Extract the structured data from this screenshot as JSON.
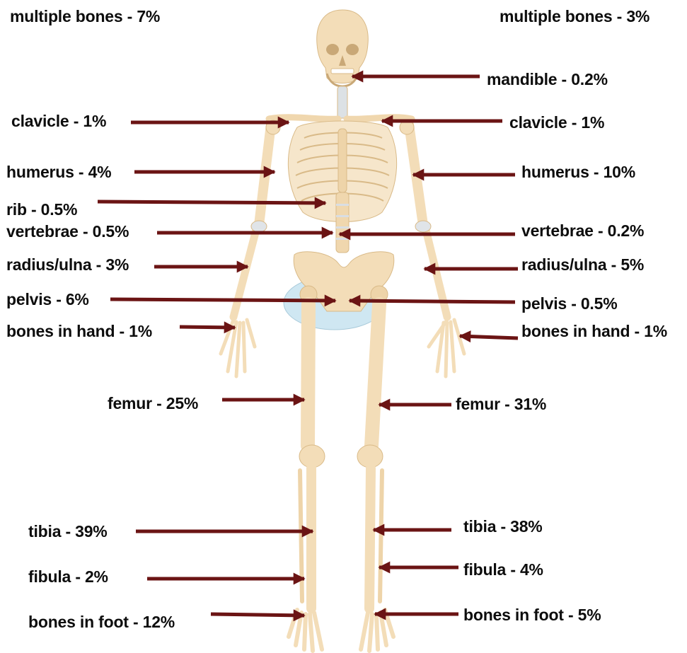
{
  "colors": {
    "bone": "#F3DDB8",
    "bone_shadow": "#E2C495",
    "cartilage": "#D9DEE3",
    "arrow": "#6B1414",
    "bowl": "#CFE7F2",
    "text": "#0d0d0d"
  },
  "labels": {
    "left": {
      "multiple_bones": "multiple bones - 7%",
      "clavicle": "clavicle - 1%",
      "humerus": "humerus - 4%",
      "rib": "rib - 0.5%",
      "vertebrae": "vertebrae - 0.5%",
      "radius_ulna": "radius/ulna - 3%",
      "pelvis": "pelvis - 6%",
      "hand": "bones in hand - 1%",
      "femur": "femur - 25%",
      "tibia": "tibia - 39%",
      "fibula": "fibula - 2%",
      "foot": "bones in foot - 12%"
    },
    "right": {
      "multiple_bones": "multiple bones - 3%",
      "mandible": "mandible - 0.2%",
      "clavicle": "clavicle - 1%",
      "humerus": "humerus - 10%",
      "vertebrae": "vertebrae - 0.2%",
      "radius_ulna": "radius/ulna - 5%",
      "pelvis": "pelvis - 0.5%",
      "hand": "bones in hand - 1%",
      "femur": "femur - 31%",
      "tibia": "tibia - 38%",
      "fibula": "fibula - 4%",
      "foot": "bones in foot - 5%"
    }
  }
}
